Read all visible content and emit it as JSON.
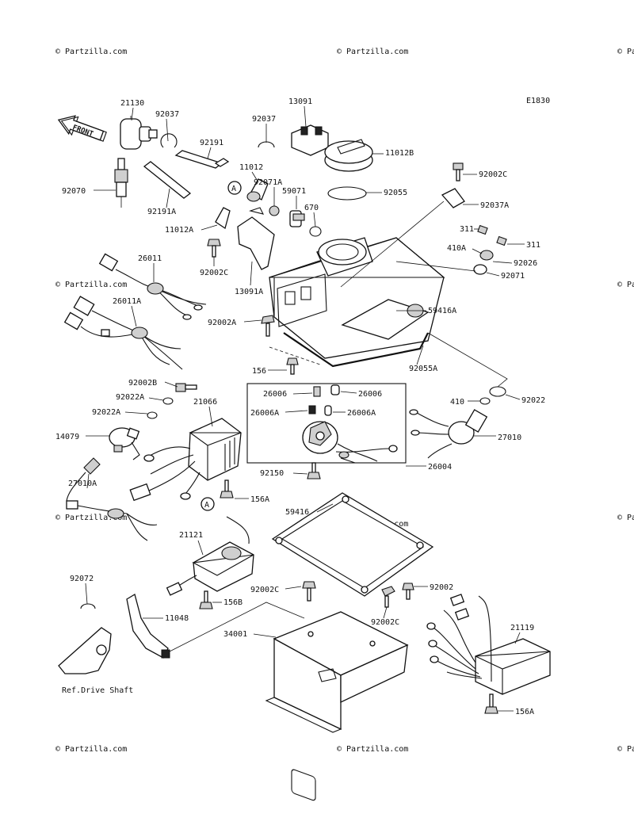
{
  "diagram_code": "E1830",
  "front_label": "FRONT",
  "watermark_text": "© Partzilla.com",
  "reference_note": "Ref.Drive Shaft",
  "marker_letter": "A",
  "part_labels": {
    "p21130": "21130",
    "p92037_left": "92037",
    "p92037_mid": "92037",
    "p13091": "13091",
    "p11012B": "11012B",
    "p92191": "92191",
    "p11012": "11012",
    "p92071A": "92071A",
    "p59071": "59071",
    "p92055": "92055",
    "p92002C_top": "92002C",
    "p92070": "92070",
    "p92191A": "92191A",
    "p92037A": "92037A",
    "p670": "670",
    "p311_left": "311",
    "p311_right": "311",
    "p11012A": "11012A",
    "p410A": "410A",
    "p92026": "92026",
    "p26011": "26011",
    "p92002C_mid": "92002C",
    "p92071": "92071",
    "p13091A": "13091A",
    "p26011A": "26011A",
    "p59416A": "59416A",
    "p92002A": "92002A",
    "p156_top": "156",
    "p92055A": "92055A",
    "p92002B": "92002B",
    "p26006_left": "26006",
    "p26006_right": "26006",
    "p92022A_1": "92022A",
    "p21066": "21066",
    "p410": "410",
    "p92022": "92022",
    "p92022A_2": "92022A",
    "p26006A_left": "26006A",
    "p26006A_right": "26006A",
    "p14079": "14079",
    "p27010": "27010",
    "p27010A": "27010A",
    "p92150": "92150",
    "p26004": "26004",
    "p156A_mid": "156A",
    "p59416": "59416",
    "p21121": "21121",
    "p92072": "92072",
    "p92002C_low": "92002C",
    "p92002": "92002",
    "p156B": "156B",
    "p11048": "11048",
    "p92002C_bottom": "92002C",
    "p21119": "21119",
    "p34001": "34001",
    "p156A_bottom": "156A"
  }
}
